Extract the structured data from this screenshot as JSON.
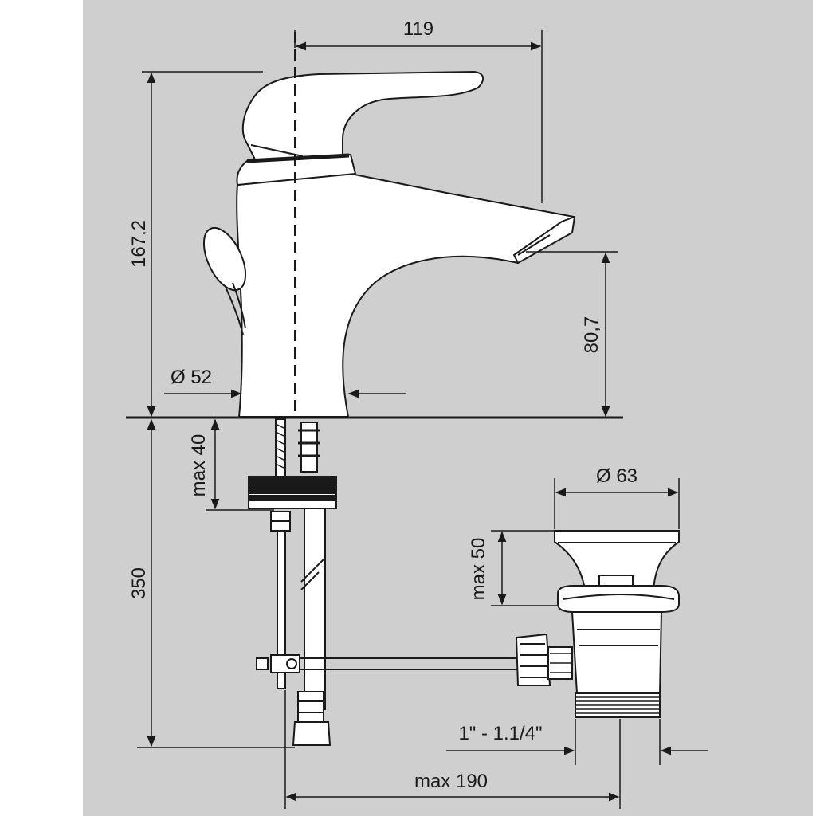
{
  "colors": {
    "background": "#cfcfcf",
    "frame": "#ffffff",
    "line": "#1a1a1a",
    "part_fill": "#ffffff"
  },
  "dimensions": {
    "spout_reach": "119",
    "total_height": "167,2",
    "base_diameter": "Ø 52",
    "spout_height": "80,7",
    "max_deck_thickness": "max 40",
    "under_deck_length": "350",
    "waste_diameter": "Ø 63",
    "waste_max_height": "max 50",
    "waste_thread": "1\" - 1.1/4\"",
    "rod_max_length": "max 190"
  },
  "parts": [
    "faucet-body",
    "lever-handle",
    "pop-up-knob",
    "flexible-hoses",
    "fixing-nut",
    "pop-up-rod",
    "pop-up-waste"
  ]
}
